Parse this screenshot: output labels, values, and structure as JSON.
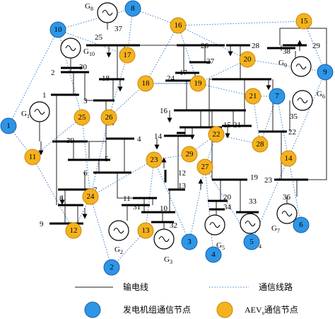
{
  "bus_labels": [
    "1",
    "2",
    "3",
    "4",
    "5",
    "6",
    "7",
    "8",
    "9",
    "10",
    "11",
    "12",
    "13",
    "14",
    "15",
    "16",
    "17",
    "18",
    "19",
    "20",
    "21",
    "22",
    "23",
    "24",
    "25",
    "26",
    "27",
    "28",
    "29",
    "30",
    "31",
    "32",
    "33",
    "34",
    "35",
    "36",
    "37",
    "38",
    "39"
  ],
  "generator_labels": [
    "G1",
    "G2",
    "G3",
    "G4",
    "G5",
    "G6",
    "G7",
    "G8",
    "G9",
    "G10"
  ],
  "gen_node_labels": [
    "1",
    "2",
    "3",
    "4",
    "5",
    "6",
    "7",
    "8",
    "9",
    "10"
  ],
  "aev_node_labels": [
    "11",
    "12",
    "13",
    "14",
    "15",
    "16",
    "17",
    "18",
    "19",
    "20",
    "21",
    "22",
    "23",
    "24",
    "25",
    "26",
    "27",
    "28",
    "29"
  ],
  "legend": {
    "transmission_line": "输电线",
    "communication_line": "通信线路",
    "generator_comm_node": "发电机组通信节点",
    "aev_comm_node_prefix": "AEV",
    "aev_comm_node_sub": "s",
    "aev_comm_node_suffix": "通信节点"
  },
  "colors": {
    "generator_node": "#2e96e6",
    "aev_node": "#f5b21f",
    "communication_line": "#3a7ecb",
    "transmission_line": "#000000"
  }
}
